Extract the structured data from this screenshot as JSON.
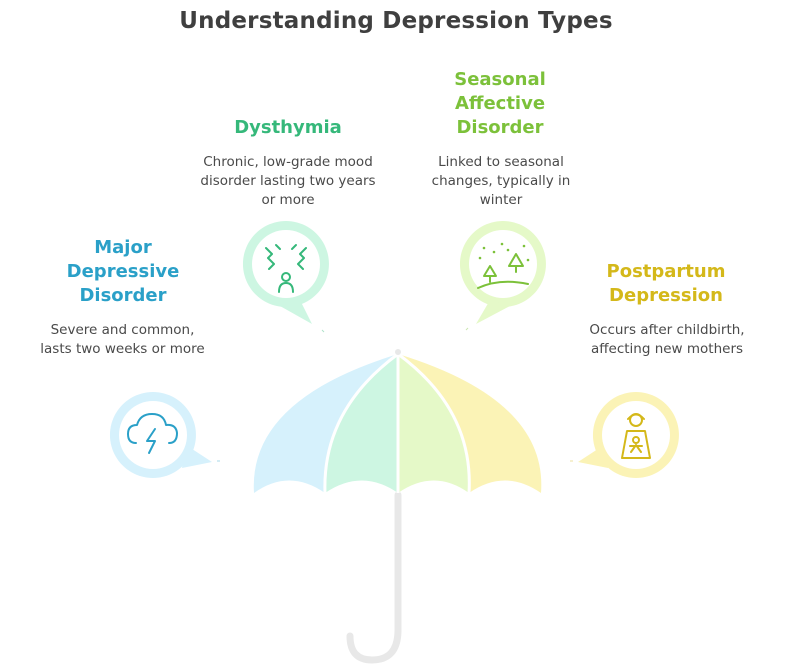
{
  "title": "Understanding Depression Types",
  "types": [
    {
      "heading": "Major Depressive Disorder",
      "description": "Severe and common, lasts two weeks or more",
      "icon": "storm-cloud-icon",
      "color": "#2aa0c8",
      "fill": "#d6f1fc"
    },
    {
      "heading": "Dysthymia",
      "description": "Chronic, low-grade mood disorder lasting two years or more",
      "icon": "person-in-storm-icon",
      "color": "#35b87a",
      "fill": "#cdf6e2"
    },
    {
      "heading": "Seasonal Affective Disorder",
      "description": "Linked to seasonal changes, typically in winter",
      "icon": "snowy-trees-icon",
      "color": "#7cc13a",
      "fill": "#e5f9c8"
    },
    {
      "heading": "Postpartum Depression",
      "description": "Occurs after childbirth, affecting new mothers",
      "icon": "mother-child-icon",
      "color": "#d4b81a",
      "fill": "#fbf3b6"
    }
  ]
}
